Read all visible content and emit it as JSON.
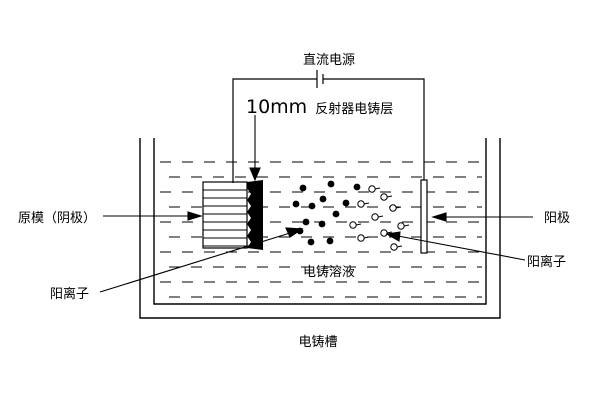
{
  "labels": {
    "power_supply": "直流电源",
    "reflector_layer": "10mm 反射器电铸层",
    "reflector_size": "10mm",
    "reflector_text": "反射器电铸层",
    "cathode": "原模（阴极）",
    "anode": "阳极",
    "cation_left": "阳离子",
    "cation_right": "阳离子",
    "solution": "电铸溶液",
    "tank": "电铸槽"
  }
}
